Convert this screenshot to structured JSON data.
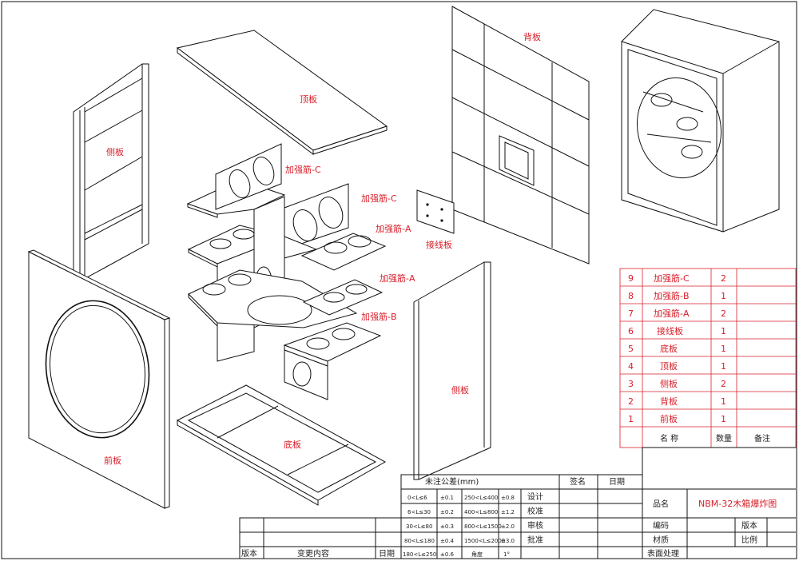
{
  "labels": {
    "top_panel": "顶板",
    "back_panel": "背板",
    "side_panel_left": "侧板",
    "side_panel_right": "侧板",
    "front_panel": "前板",
    "bottom_panel": "底板",
    "brace_c_1": "加强筋-C",
    "brace_c_2": "加强筋-C",
    "brace_a_1": "加强筋-A",
    "brace_a_2": "加强筋-A",
    "brace_b": "加强筋-B",
    "terminal_plate": "接线板"
  },
  "bom": {
    "rows": [
      {
        "no": "9",
        "name": "加强筋-C",
        "qty": "2",
        "note": ""
      },
      {
        "no": "8",
        "name": "加强筋-B",
        "qty": "1",
        "note": ""
      },
      {
        "no": "7",
        "name": "加强筋-A",
        "qty": "2",
        "note": ""
      },
      {
        "no": "6",
        "name": "接线板",
        "qty": "1",
        "note": ""
      },
      {
        "no": "5",
        "name": "底板",
        "qty": "1",
        "note": ""
      },
      {
        "no": "4",
        "name": "顶板",
        "qty": "1",
        "note": ""
      },
      {
        "no": "3",
        "name": "侧板",
        "qty": "2",
        "note": ""
      },
      {
        "no": "2",
        "name": "背板",
        "qty": "1",
        "note": ""
      },
      {
        "no": "1",
        "name": "前板",
        "qty": "1",
        "note": ""
      }
    ],
    "header": {
      "name": "名 称",
      "qty": "数量",
      "note": "备注"
    }
  },
  "title_block": {
    "tolerance_title": "未注公差(mm)",
    "tolerances": [
      {
        "range1": "0<L≤6",
        "tol1": "±0.1",
        "range2": "250<L≤400",
        "tol2": "±0.8",
        "role": "设计"
      },
      {
        "range1": "6<L≤30",
        "tol1": "±0.2",
        "range2": "400<L≤800",
        "tol2": "±1.2",
        "role": "校准"
      },
      {
        "range1": "30<L≤80",
        "tol1": "±0.3",
        "range2": "800<L≤1500",
        "tol2": "±2.0",
        "role": "审核"
      },
      {
        "range1": "80<L≤180",
        "tol1": "±0.4",
        "range2": "1500<L≤2000",
        "tol2": "±3.0",
        "role": "批准"
      },
      {
        "range1": "180<L≤250",
        "tol1": "±0.6",
        "range2": "角度",
        "tol2": "1°",
        "role": ""
      }
    ],
    "sign_header": "签名",
    "date_header": "日期",
    "product_label": "品名",
    "product_name": "NBM-32木箱爆炸图",
    "code_label": "编码",
    "material_label": "材质",
    "surface_label": "表面处理",
    "version_label": "版本",
    "scale_label": "比例",
    "rev_headers": {
      "version": "版本",
      "content": "变更内容",
      "date": "日期"
    }
  }
}
